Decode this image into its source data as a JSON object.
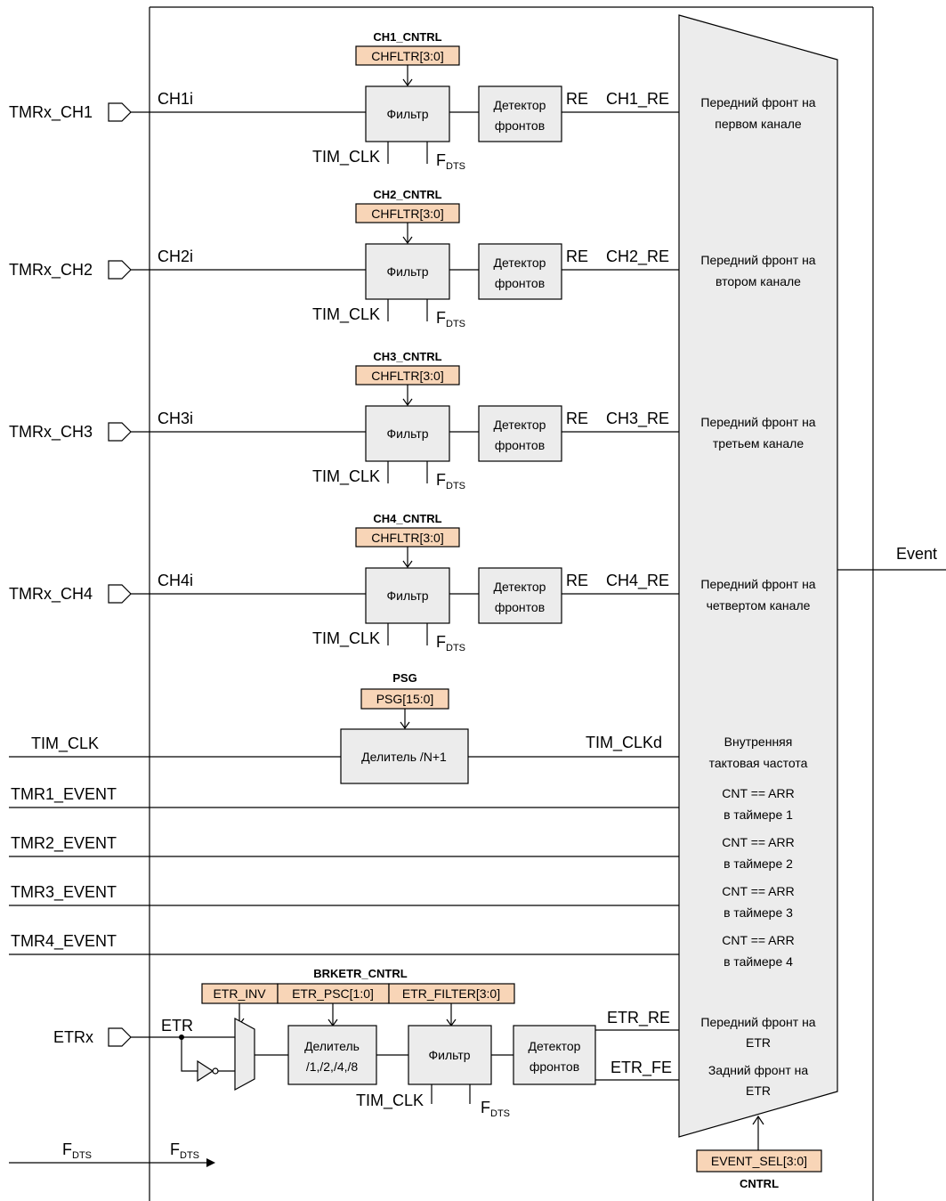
{
  "colors": {
    "block_fill": "#ececec",
    "register_fill": "#f8d5b7",
    "line": "#000000"
  },
  "channels": [
    {
      "title": "CH1_CNTRL",
      "field": "CHFLTR[3:0]",
      "port": "TMRx_CH1",
      "in_sig": "CH1i",
      "filter": "Фильтр",
      "det1": "Детектор",
      "det2": "фронтов",
      "re": "RE",
      "out_sig": "CH1_RE",
      "clk": "TIM_CLK",
      "fdts_main": "F",
      "fdts_sub": "DTS",
      "mux1": "Передний фронт на",
      "mux2": "первом канале"
    },
    {
      "title": "CH2_CNTRL",
      "field": "CHFLTR[3:0]",
      "port": "TMRx_CH2",
      "in_sig": "CH2i",
      "filter": "Фильтр",
      "det1": "Детектор",
      "det2": "фронтов",
      "re": "RE",
      "out_sig": "CH2_RE",
      "clk": "TIM_CLK",
      "fdts_main": "F",
      "fdts_sub": "DTS",
      "mux1": "Передний фронт на",
      "mux2": "втором канале"
    },
    {
      "title": "CH3_CNTRL",
      "field": "CHFLTR[3:0]",
      "port": "TMRx_CH3",
      "in_sig": "CH3i",
      "filter": "Фильтр",
      "det1": "Детектор",
      "det2": "фронтов",
      "re": "RE",
      "out_sig": "CH3_RE",
      "clk": "TIM_CLK",
      "fdts_main": "F",
      "fdts_sub": "DTS",
      "mux1": "Передний фронт на",
      "mux2": "третьем канале"
    },
    {
      "title": "CH4_CNTRL",
      "field": "CHFLTR[3:0]",
      "port": "TMRx_CH4",
      "in_sig": "CH4i",
      "filter": "Фильтр",
      "det1": "Детектор",
      "det2": "фронтов",
      "re": "RE",
      "out_sig": "CH4_RE",
      "clk": "TIM_CLK",
      "fdts_main": "F",
      "fdts_sub": "DTS",
      "mux1": "Передний фронт на",
      "mux2": "четвертом канале"
    }
  ],
  "psg": {
    "title": "PSG",
    "field": "PSG[15:0]",
    "in_sig": "TIM_CLK",
    "block": "Делитель /N+1",
    "out_sig": "TIM_CLKd",
    "mux1": "Внутренняя",
    "mux2": "тактовая частота"
  },
  "events": [
    {
      "sig": "TMR1_EVENT",
      "mux1": "CNT == ARR",
      "mux2": "в таймере 1"
    },
    {
      "sig": "TMR2_EVENT",
      "mux1": "CNT == ARR",
      "mux2": "в таймере 2"
    },
    {
      "sig": "TMR3_EVENT",
      "mux1": "CNT == ARR",
      "mux2": "в таймере 3"
    },
    {
      "sig": "TMR4_EVENT",
      "mux1": "CNT == ARR",
      "mux2": "в таймере 4"
    }
  ],
  "etr": {
    "title": "BRKETR_CNTRL",
    "fields": [
      "ETR_INV",
      "ETR_PSC[1:0]",
      "ETR_FILTER[3:0]"
    ],
    "port": "ETRx",
    "in_sig": "ETR",
    "div1": "Делитель",
    "div2": "/1,/2,/4,/8",
    "filter": "Фильтр",
    "det1": "Детектор",
    "det2": "фронтов",
    "clk": "TIM_CLK",
    "fdts_main": "F",
    "fdts_sub": "DTS",
    "re_sig": "ETR_RE",
    "fe_sig": "ETR_FE",
    "re_mux1": "Передний фронт на",
    "re_mux2": "ETR",
    "fe_mux1": "Задний фронт на",
    "fe_mux2": "ETR"
  },
  "fdts_bottom": {
    "left_main": "F",
    "left_sub": "DTS",
    "right_main": "F",
    "right_sub": "DTS"
  },
  "output": {
    "event": "Event"
  },
  "cntrl": {
    "field": "EVENT_SEL[3:0]",
    "title": "CNTRL"
  }
}
